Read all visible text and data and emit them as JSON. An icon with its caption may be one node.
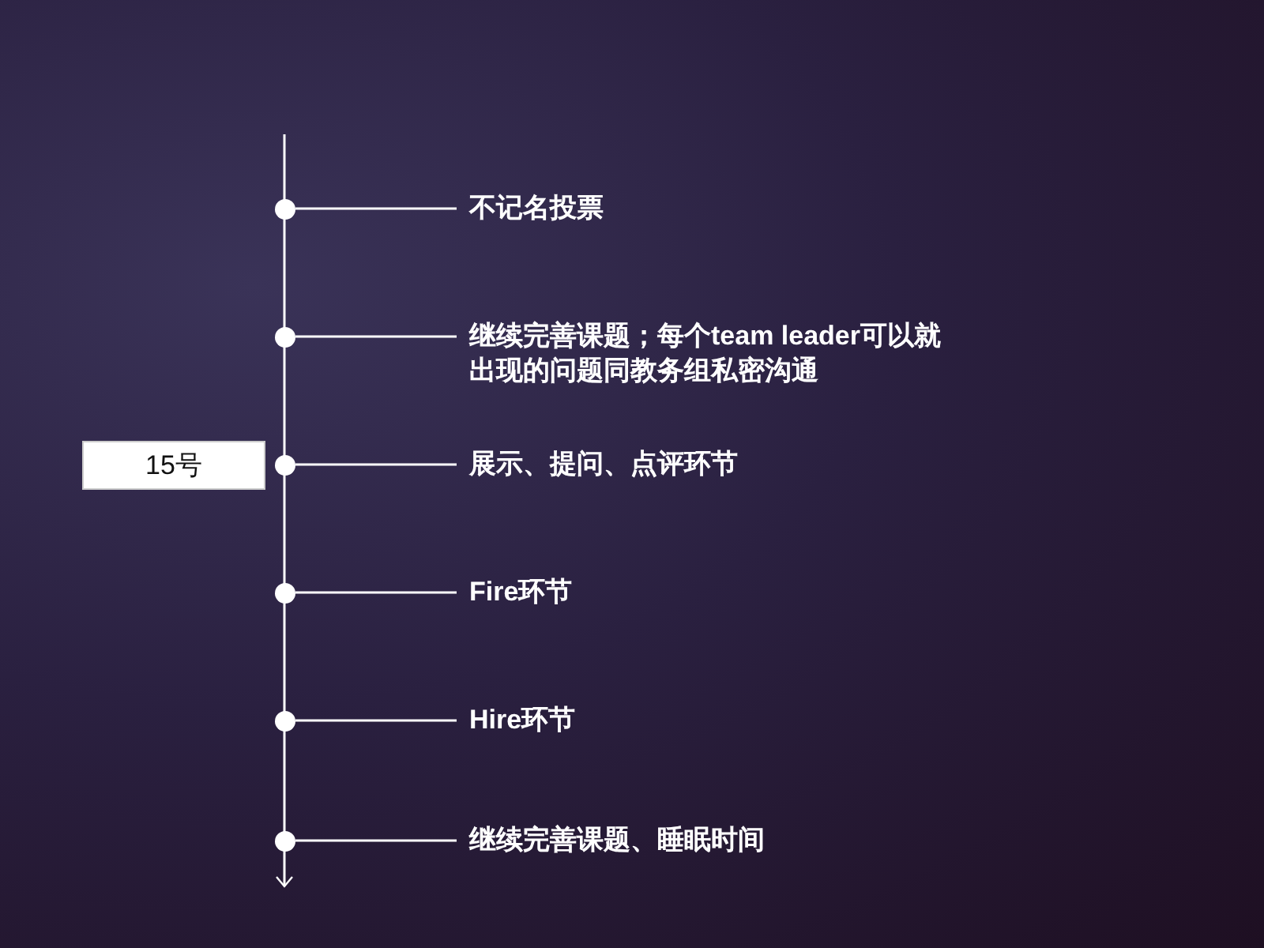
{
  "diagram": {
    "nodes": [
      {
        "text": [],
        "shape": "circle"
      },
      {
        "text": [
          "不记名投票"
        ]
      },
      {
        "text": [],
        "shape": "circle"
      },
      {
        "text": [
          "继续完善课题；每个team leader可以就出现的问题同教务组私密沟通"
        ]
      },
      {
        "text": [
          "15号"
        ]
      },
      {
        "text": [],
        "shape": "circle"
      },
      {
        "text": [
          "展示、提问、点评环节"
        ]
      },
      {
        "text": [],
        "shape": "circle"
      },
      {
        "text": [
          "Fire环节"
        ]
      },
      {
        "text": [],
        "shape": "circle"
      },
      {
        "text": [
          "Hire环节"
        ]
      },
      {
        "text": [],
        "shape": "circle"
      },
      {
        "text": [
          "继续完善课题、睡眠时间"
        ]
      }
    ],
    "edges": [
      {
        "from": 0,
        "to": 1,
        "arrow": "none"
      },
      {
        "from": 2,
        "to": 3,
        "arrow": "none"
      },
      {
        "from": 5,
        "to": 6,
        "arrow": "none"
      },
      {
        "from": 7,
        "to": 8,
        "arrow": "none"
      },
      {
        "from": 9,
        "to": 10,
        "arrow": "none"
      },
      {
        "from": 11,
        "to": 12,
        "arrow": "none"
      }
    ]
  }
}
